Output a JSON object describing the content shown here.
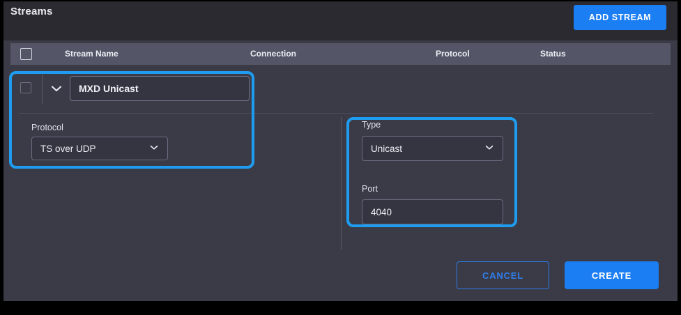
{
  "header": {
    "title": "Streams",
    "add_stream_label": "ADD STREAM"
  },
  "table": {
    "columns": [
      {
        "key": "checkbox",
        "label": ""
      },
      {
        "key": "stream_name",
        "label": "Stream Name"
      },
      {
        "key": "connection",
        "label": "Connection"
      },
      {
        "key": "protocol",
        "label": "Protocol"
      },
      {
        "key": "status",
        "label": "Status"
      }
    ]
  },
  "stream_form": {
    "name_value": "MXD Unicast",
    "name_placeholder": "Stream Name",
    "protocol": {
      "label": "Protocol",
      "value": "TS over UDP"
    },
    "type": {
      "label": "Type",
      "value": "Unicast"
    },
    "port": {
      "label": "Port",
      "value": "4040",
      "placeholder": "Port"
    }
  },
  "footer": {
    "cancel_label": "CANCEL",
    "create_label": "CREATE"
  },
  "colors": {
    "accent_blue": "#1c7ef3",
    "highlight_blue": "#1e9df0",
    "page_bg": "#3a3b47",
    "header_bg": "#2a2a30",
    "table_header_bg": "#545667",
    "field_bg": "#343541"
  }
}
